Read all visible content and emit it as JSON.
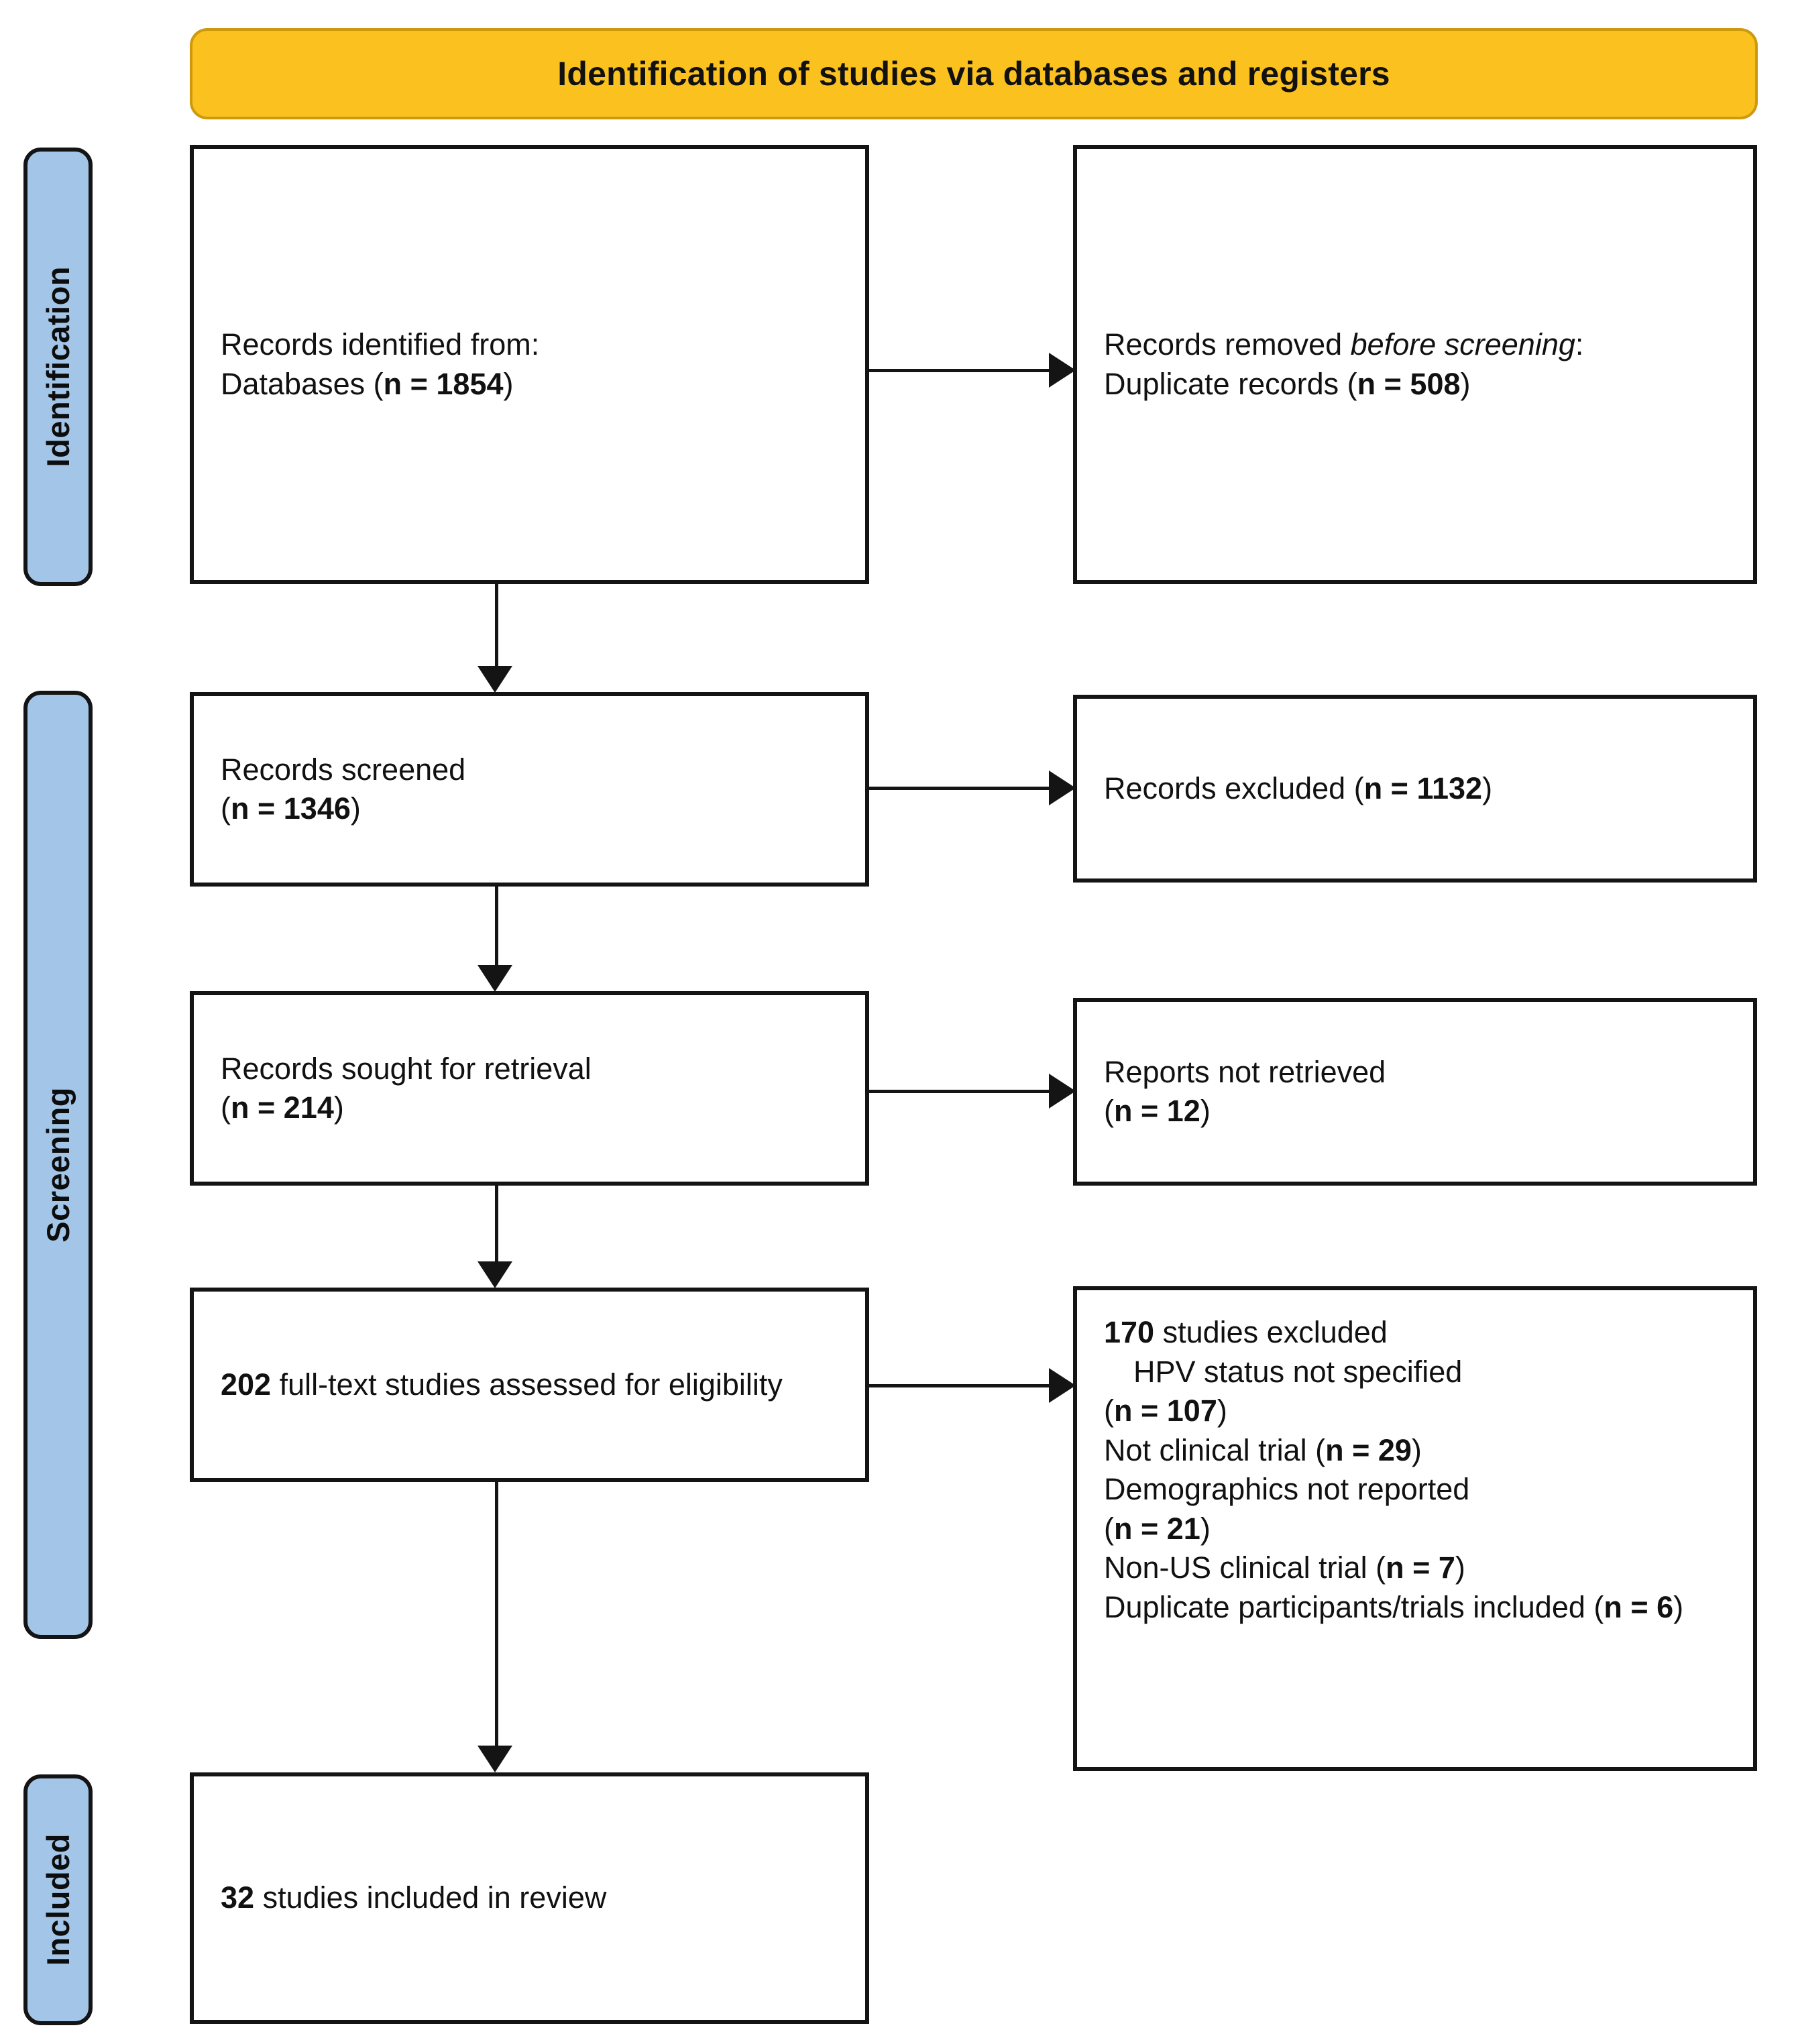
{
  "header": {
    "title": "Identification of studies via databases and registers",
    "bg_color": "#FBC11E",
    "border_color": "#CE9A0D"
  },
  "stages": {
    "accent_color": "#A3C6E8",
    "identification": "Identification",
    "screening": "Screening",
    "included": "Included"
  },
  "boxes": {
    "identified": {
      "line1": "Records identified from:",
      "line2_prefix": "Databases (",
      "line2_n_label": "n = 1854",
      "line2_suffix": ")",
      "n": 1854
    },
    "removed": {
      "line1_prefix": "Records removed ",
      "line1_italic": "before screening",
      "line1_suffix": ":",
      "line2_prefix": "Duplicate records (",
      "line2_n_label": "n = 508",
      "line2_suffix": ")",
      "n": 508
    },
    "screened": {
      "line1": "Records screened",
      "line2_prefix": "(",
      "line2_n_label": "n = 1346",
      "line2_suffix": ")",
      "n": 1346
    },
    "excluded": {
      "prefix": "Records excluded (",
      "n_label": "n = 1132",
      "suffix": ")",
      "n": 1132
    },
    "sought": {
      "line1": "Records sought for retrieval",
      "line2_prefix": "(",
      "line2_n_label": "n = 214",
      "line2_suffix": ")",
      "n": 214
    },
    "not_retrieved": {
      "line1": "Reports not retrieved",
      "line2_prefix": "(",
      "line2_n_label": "n = 12",
      "line2_suffix": ")",
      "n": 12
    },
    "fulltext": {
      "count_label": "202",
      "text": " full-text studies assessed for eligibility",
      "n": 202
    },
    "studies_excluded": {
      "count_label": "170",
      "heading_text": " studies excluded",
      "n": 170,
      "reasons": [
        {
          "text": "HPV status not specified",
          "n_open": "(",
          "n_label": "n = 107",
          "n_close": ")",
          "n": 107,
          "wraps": true
        },
        {
          "text": "Not clinical trial (",
          "n_open": "",
          "n_label": "n = 29",
          "n_close": ")",
          "n": 29,
          "wraps": false
        },
        {
          "text": "Demographics not reported",
          "n_open": "(",
          "n_label": "n = 21",
          "n_close": ")",
          "n": 21,
          "wraps": true
        },
        {
          "text": "Non-US clinical trial (",
          "n_open": "",
          "n_label": "n = 7",
          "n_close": ")",
          "n": 7,
          "wraps": false
        },
        {
          "text": "Duplicate participants/trials included (",
          "n_open": "",
          "n_label": "n = 6",
          "n_close": ")",
          "n": 6,
          "wraps": false
        }
      ]
    },
    "included": {
      "count_label": "32",
      "text": " studies included in review",
      "n": 32
    }
  },
  "icons": {
    "arrow_down": "arrow-down-icon",
    "arrow_right": "arrow-right-icon"
  }
}
